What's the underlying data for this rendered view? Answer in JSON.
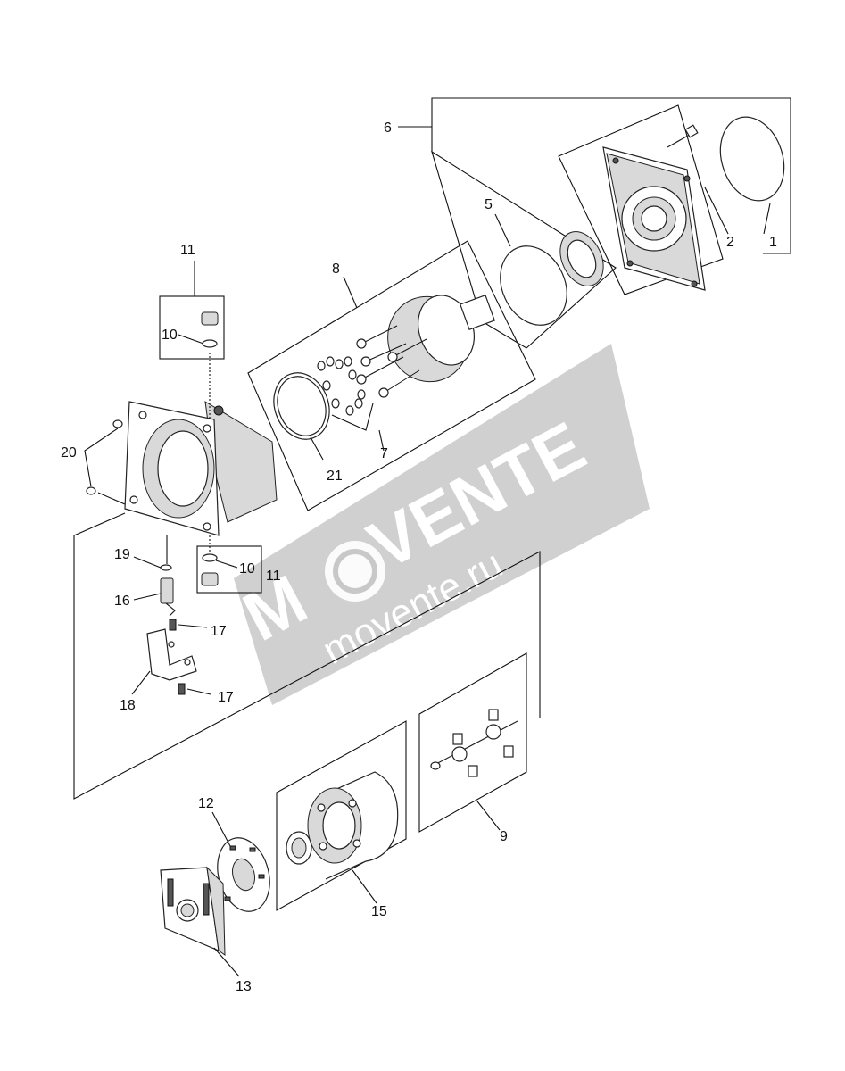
{
  "watermark": {
    "brand": "VENTE",
    "brand_prefix": "M",
    "site": "movente.ru",
    "color": "#c8c8c8"
  },
  "callouts": {
    "c1": "1",
    "c2": "2",
    "c5": "5",
    "c6": "6",
    "c7": "7",
    "c8": "8",
    "c9": "9",
    "c10a": "10",
    "c10b": "10",
    "c11a": "11",
    "c11b": "11",
    "c12": "12",
    "c13": "13",
    "c15": "15",
    "c16": "16",
    "c17a": "17",
    "c17b": "17",
    "c18": "18",
    "c19": "19",
    "c20": "20",
    "c21": "21"
  }
}
